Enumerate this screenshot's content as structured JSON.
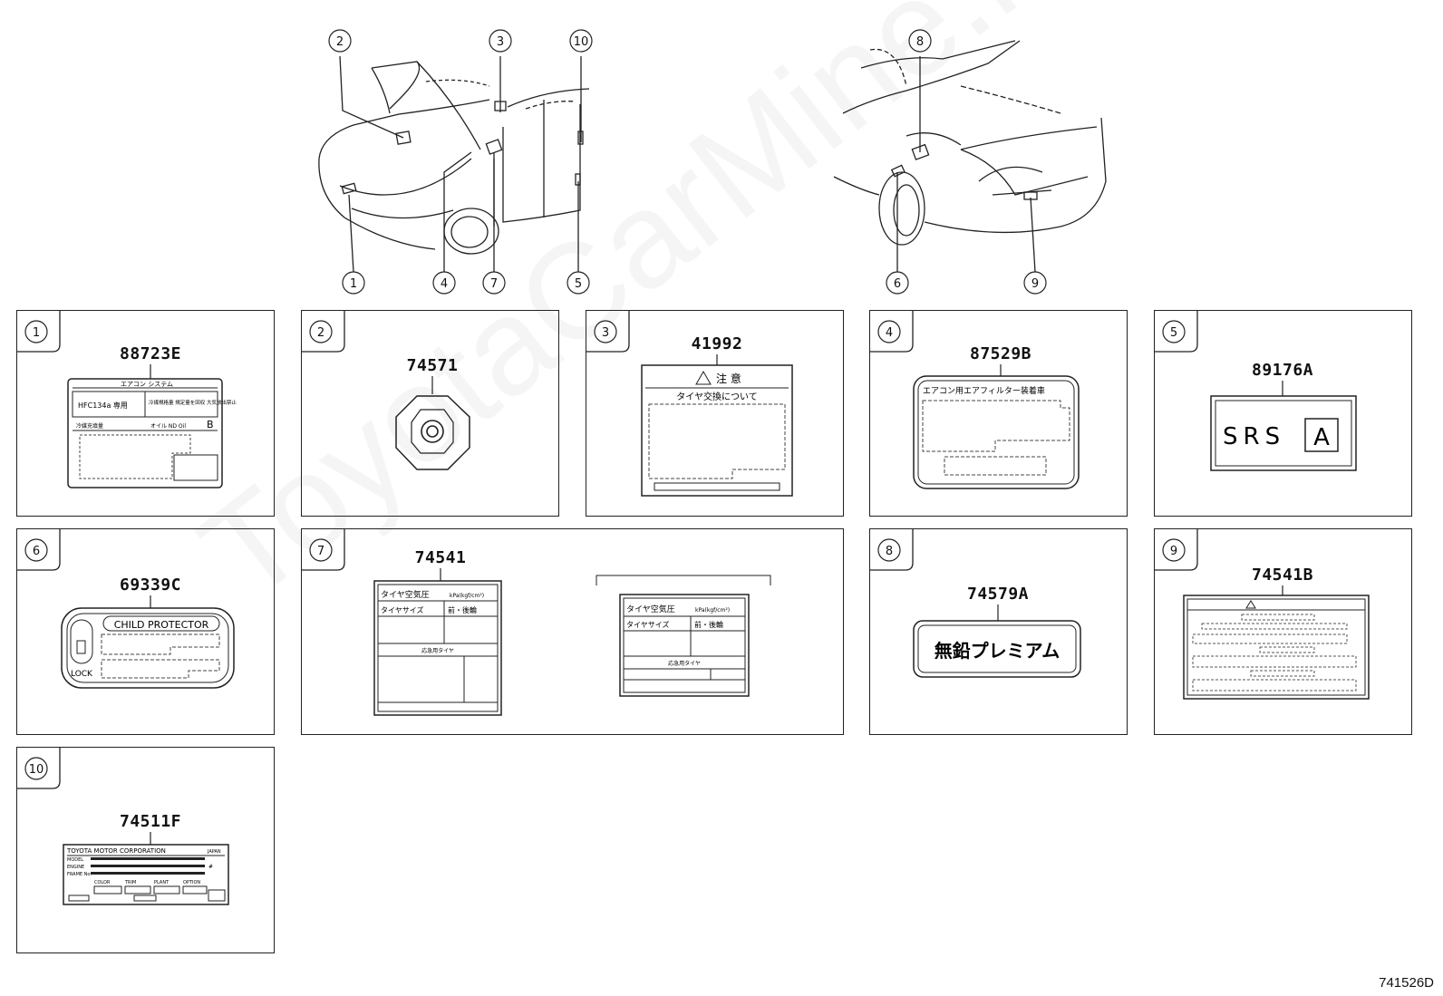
{
  "diagram_id": "741526D",
  "watermark": "ToyotaCarMine.ru",
  "callouts": [
    "1",
    "2",
    "3",
    "4",
    "5",
    "6",
    "7",
    "8",
    "9",
    "10"
  ],
  "panels": [
    {
      "no": "1",
      "part": "88723E"
    },
    {
      "no": "2",
      "part": "74571"
    },
    {
      "no": "3",
      "part": "41992"
    },
    {
      "no": "4",
      "part": "87529B"
    },
    {
      "no": "5",
      "part": "89176A"
    },
    {
      "no": "6",
      "part": "69339C"
    },
    {
      "no": "7",
      "part": "74541"
    },
    {
      "no": "8",
      "part": "74579A"
    },
    {
      "no": "9",
      "part": "74541B"
    },
    {
      "no": "10",
      "part": "74511F"
    }
  ],
  "labels": {
    "l1_header": "エアコン システム",
    "l1_refrigerant": "HFC134a 専用",
    "l1_recover": "冷媒規格量 規定量を回収 大気放出禁止",
    "l1_charge": "冷媒充填量",
    "l1_oil": "オイル ND Oil",
    "l1_oil_grade": "B",
    "l3_caution": "注 意",
    "l3_title": "タイヤ交換について",
    "l4_title": "エアコン用エアフィルター装着車",
    "l5_srs": "SRS",
    "l5_a": "A",
    "l6_child": "CHILD PROTECTOR",
    "l6_lock": "LOCK",
    "l7_pressure": "タイヤ空気圧",
    "l7_unit": "kPa(kgf/cm²)",
    "l7_size": "タイヤサイズ",
    "l7_front_rear": "前・後輪",
    "l7_spare": "応急用タイヤ",
    "l8_text": "無鉛プレミアム",
    "l10_maker": "TOYOTA MOTOR CORPORATION",
    "l10_model": "MODEL",
    "l10_engine": "ENGINE",
    "l10_frame": "FRAME No.",
    "l10_color": "COLOR",
    "l10_trim": "TRIM",
    "l10_plant": "PLANT",
    "l10_option": "OPTION",
    "l10_code": "JAPAN"
  }
}
